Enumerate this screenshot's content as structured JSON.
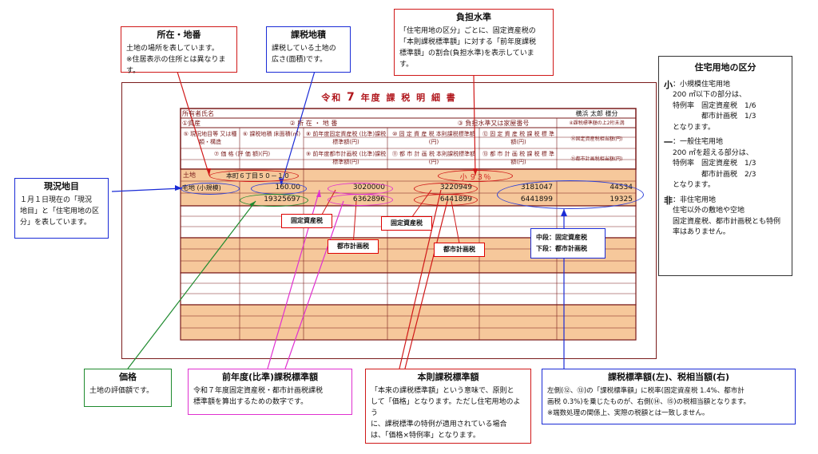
{
  "document": {
    "title_pre": "令和",
    "title_year": "7",
    "title_post": "年度 課 税 明 細 書",
    "owner_label": "所有者氏名",
    "owner_name": "横浜 太郎 様分",
    "headers": {
      "h1": "①資産",
      "h2": "② 所 在 ・ 地 番",
      "h3": "③ 負担水準又は家屋番号",
      "h_right_top": "④課税標準額の上2桁未満",
      "h5": "⑤ 現況地目等 又は種類・構造",
      "h6": "⑥ 課税地積 床面積(㎡)",
      "h8": "⑧ 前年度固定資産税 (比準)課税標準額(円)",
      "h10": "⑩ 固 定 資 産 税 本則課税標準額(円)",
      "h12": "⑫ 固 定 資 産 税 課 税 標 準 額(円)",
      "h14": "⑭固定資産税相当額(円)",
      "h7": "⑦ 価 格 (評 価 額)(円)",
      "h9": "⑨ 前年度都市計画税 (比準)課税標準額(円)",
      "h11": "⑪ 都 市 計 画 税 本則課税標準額(円)",
      "h13": "⑬ 都 市 計 画 税 課 税 標 準 額(円)",
      "h15": "⑮都市計画税相当額(円)"
    },
    "row": {
      "asset": "土地",
      "address": "本町６丁目５０－１０",
      "burden": "小 ９３％",
      "category": "宅地 (小規模)",
      "area": "160.00",
      "price": "19325697",
      "prev_fixed": "3020000",
      "prev_city": "6362896",
      "base_fixed": "3220949",
      "base_city": "6441899",
      "std_fixed": "3181047",
      "std_city": "6441899",
      "tax_fixed": "44534",
      "tax_city": "19325"
    },
    "tags": {
      "fixed1": "固定資産税",
      "city1": "都市計画税",
      "fixed2": "固定資産税",
      "city2": "都市計画税",
      "mid": "中段：固定資産税",
      "low": "下段：都市計画税"
    }
  },
  "callouts": {
    "location": {
      "title": "所在・地番",
      "text": "土地の場所を表しています。\n※住居表示の住所とは異なります。"
    },
    "area": {
      "title": "課税地積",
      "text": "課税している土地の\n広さ(面積)です。"
    },
    "burden": {
      "title": "負担水準",
      "text": "「住宅用地の区分」ごとに、固定資産税の\n「本則課税標準額」に対する「前年度課税\n標準額」の割合(負担水準)を表示していま\nす。"
    },
    "current": {
      "title": "現況地目",
      "text": "１月１日現在の「現況\n地目」と「住宅用地の区\n分」を表しています。"
    },
    "price": {
      "title": "価格",
      "text": "土地の評価額です。"
    },
    "prev": {
      "title": "前年度(比準)課税標準額",
      "text": "令和７年度固定資産税・都市計画税課税\n標準額を算出するための数字です。"
    },
    "base": {
      "title": "本則課税標準額",
      "text": "「本来の課税標準額」という意味で、原則と\nして「価格」となります。ただし住宅用地のよう\nに、課税標準の特例が適用されている場合\nは、「価格×特例率」となります。"
    },
    "std": {
      "title": "課税標準額(左)、税相当額(右)",
      "text": "左側(⑫、⑬)の「課税標準額」に税率(固定資産税 1.4%、都市計\n画税 0.3%)を乗じたものが、右側(⑭、⑮)の税相当額となります。\n※端数処理の関係上、実際の税額とは一致しません。"
    }
  },
  "residential": {
    "title": "住宅用地の区分",
    "small_key": "小",
    "small_text": "：小規模住宅用地\n200 ㎡以下の部分は、\n特例率　固定資産税　1/6\n　　　　都市計画税　1/3\nとなります。",
    "general_key": "一",
    "general_text": "：一般住宅用地\n200 ㎡を超える部分は、\n特例率　固定資産税　1/3\n　　　　都市計画税　2/3\nとなります。",
    "non_key": "非",
    "non_text": "：非住宅用地\n住宅以外の敷地や空地\n固定資産税、都市計画税とも特例率はありません。"
  },
  "colors": {
    "red": "#d01818",
    "blue": "#1a2bd6",
    "green": "#1e8a2e",
    "magenta": "#e030d0",
    "form_fill": "#f6c89b",
    "form_line": "#7a1b1b"
  }
}
